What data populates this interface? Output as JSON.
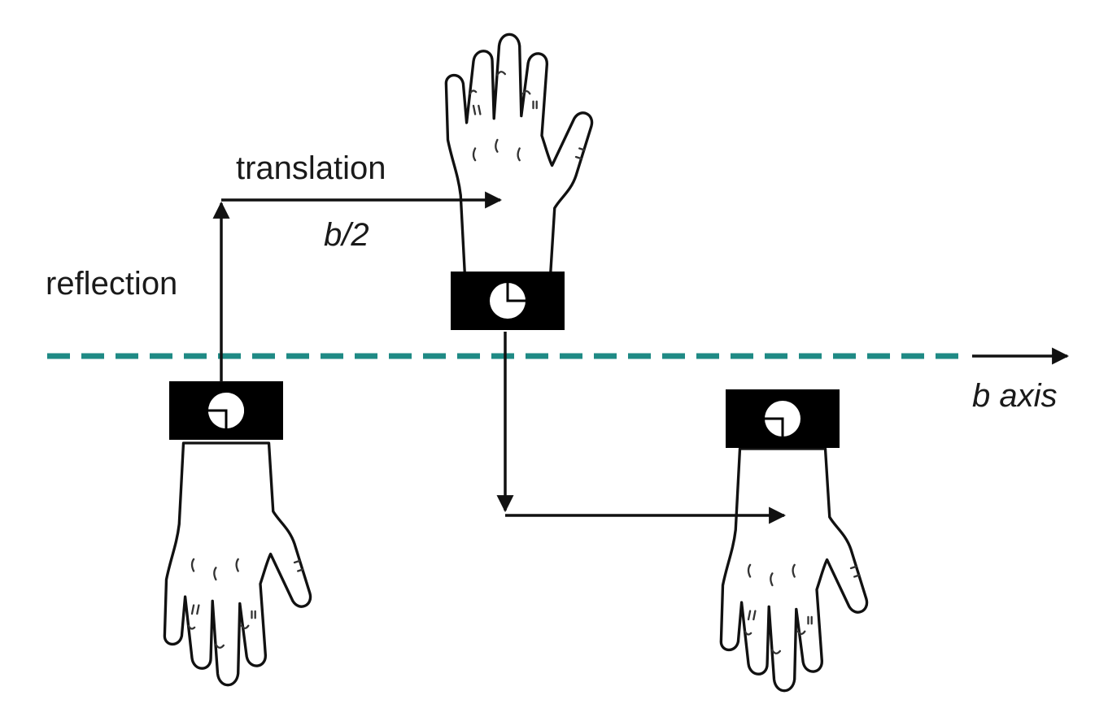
{
  "labels": {
    "reflection": "reflection",
    "translation": "translation",
    "b_half": "b/2",
    "b_axis": "b axis"
  },
  "colors": {
    "mirror_line": "#1f8a85",
    "ink": "#111111",
    "cuff": "#000000",
    "background": "#ffffff"
  },
  "icons": {
    "hand": "hand-icon",
    "watch_face": "clock-icon"
  }
}
